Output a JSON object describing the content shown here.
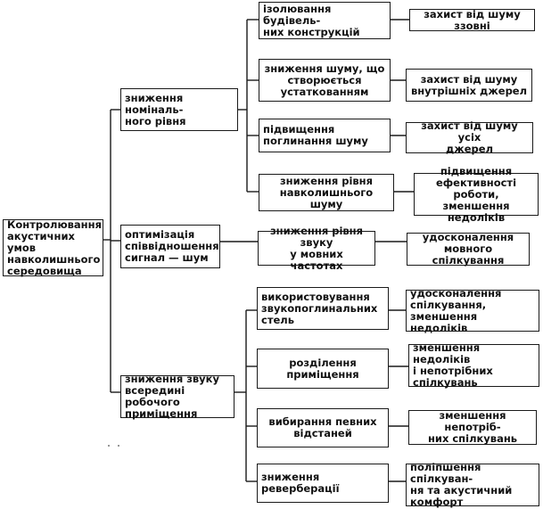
{
  "diagram": {
    "root": "Контролювання\nакустичних умов\nнавколишнього\nсередовища",
    "strategies": [
      "зниження номіналь-\nного рівня",
      "оптимізація\nспіввідношення\nсигнал — шум",
      "зниження звуку\nвсередині робочого\nприміщення"
    ],
    "methods": [
      "ізолювання будівель-\nних конструкцій",
      "зниження шуму, що\nстворюється\nустаткованням",
      "підвищення\nпоглинання шуму",
      "зниження рівня\nнавколишнього шуму",
      "зниження рівня звуку\nу мовних частотах",
      "використовування\nзвукопоглинальних\nстель",
      "розділення\nприміщення",
      "вибирання певних\nвідстаней",
      "зниження\nреверберації"
    ],
    "results": [
      "захист від шуму ззовні",
      "захист від шуму\nвнутрішніх джерел",
      "захист від шуму усіх\nджерел",
      "підвищення\nефективності роботи,\nзменшення недоліків",
      "удосконалення\nмовного спілкування",
      "удосконалення\nспілкування,\nзменшення недоліків",
      "зменшення недоліків\nі непотрібних\nспілкувань",
      "зменшення непотріб-\nних спілкувань",
      "поліпшення спілкуван-\nня та акустичний\nкомфорт"
    ]
  }
}
